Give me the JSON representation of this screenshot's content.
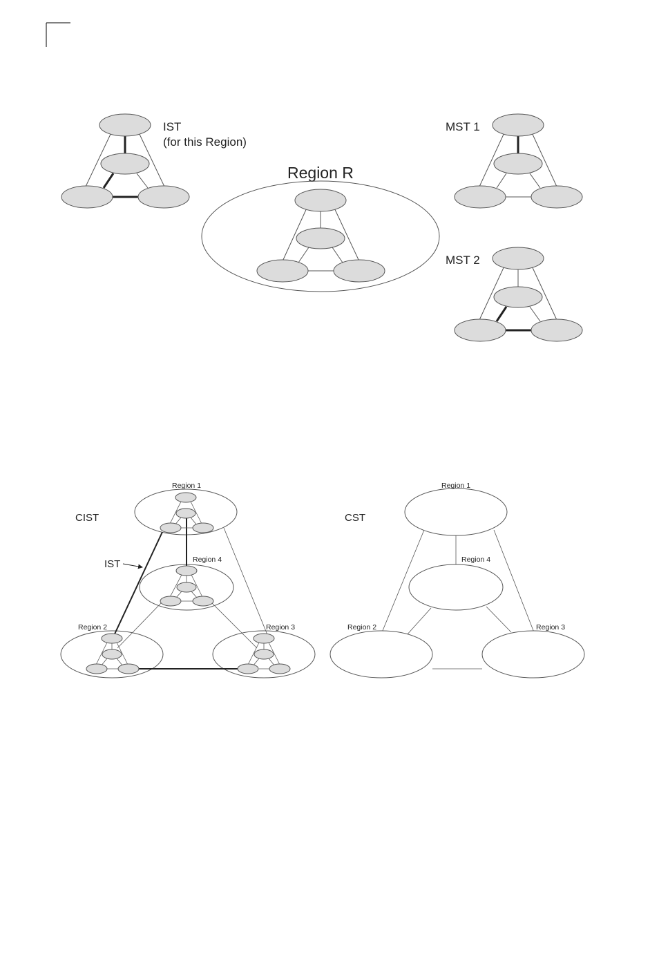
{
  "figure1": {
    "ist_label_line1": "IST",
    "ist_label_line2": "(for this Region)",
    "region_label": "Region R",
    "mst1_label": "MST 1",
    "mst2_label": "MST 2"
  },
  "figure2": {
    "cist_label": "CIST",
    "cst_label": "CST",
    "ist_label": "IST",
    "regions_left": [
      "Region 1",
      "Region 4",
      "Region 2",
      "Region 3"
    ],
    "regions_right": [
      "Region 1",
      "Region 4",
      "Region 2",
      "Region 3"
    ]
  }
}
